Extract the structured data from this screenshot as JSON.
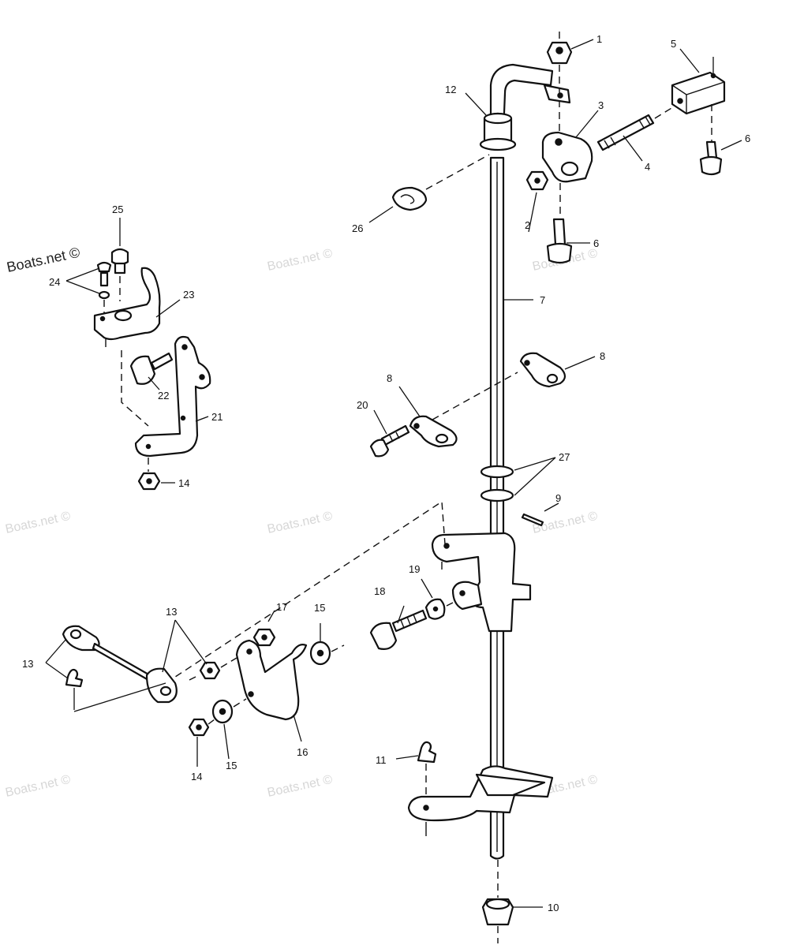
{
  "watermark": {
    "main": "Boats.net ©",
    "faint": "Boats.net ©"
  },
  "callouts": [
    {
      "id": "c1",
      "text": "1"
    },
    {
      "id": "c2",
      "text": "2"
    },
    {
      "id": "c3",
      "text": "3"
    },
    {
      "id": "c4",
      "text": "4"
    },
    {
      "id": "c5",
      "text": "5"
    },
    {
      "id": "c6a",
      "text": "6"
    },
    {
      "id": "c6b",
      "text": "6"
    },
    {
      "id": "c7",
      "text": "7"
    },
    {
      "id": "c8a",
      "text": "8"
    },
    {
      "id": "c8b",
      "text": "8"
    },
    {
      "id": "c9",
      "text": "9"
    },
    {
      "id": "c10",
      "text": "10"
    },
    {
      "id": "c11",
      "text": "11"
    },
    {
      "id": "c12",
      "text": "12"
    },
    {
      "id": "c13a",
      "text": "13"
    },
    {
      "id": "c13b",
      "text": "13"
    },
    {
      "id": "c14a",
      "text": "14"
    },
    {
      "id": "c14b",
      "text": "14"
    },
    {
      "id": "c15a",
      "text": "15"
    },
    {
      "id": "c15b",
      "text": "15"
    },
    {
      "id": "c16",
      "text": "16"
    },
    {
      "id": "c17",
      "text": "17"
    },
    {
      "id": "c18",
      "text": "18"
    },
    {
      "id": "c19",
      "text": "19"
    },
    {
      "id": "c20",
      "text": "20"
    },
    {
      "id": "c21",
      "text": "21"
    },
    {
      "id": "c22",
      "text": "22"
    },
    {
      "id": "c23",
      "text": "23"
    },
    {
      "id": "c24",
      "text": "24"
    },
    {
      "id": "c25",
      "text": "25"
    },
    {
      "id": "c26",
      "text": "26"
    },
    {
      "id": "c27",
      "text": "27"
    }
  ]
}
